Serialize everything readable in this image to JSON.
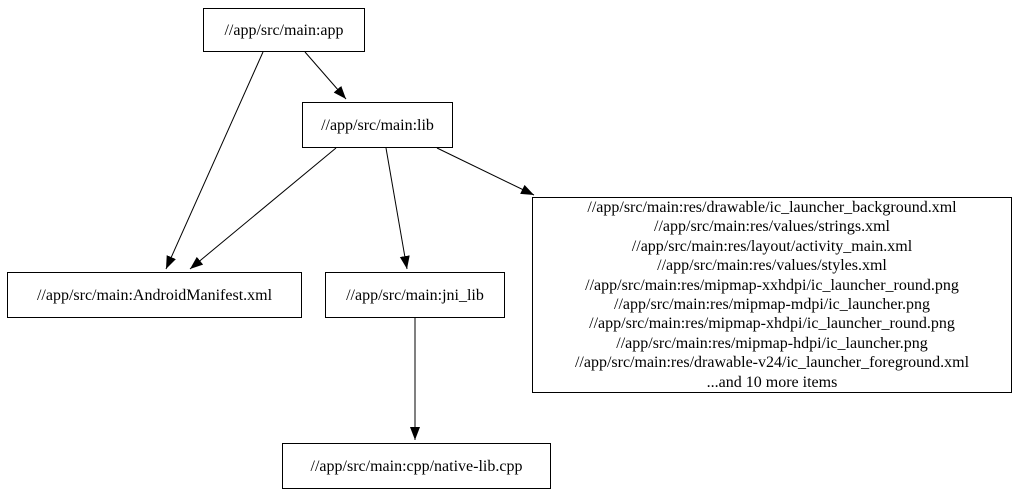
{
  "graph": {
    "nodes": {
      "app": {
        "label": "//app/src/main:app"
      },
      "lib": {
        "label": "//app/src/main:lib"
      },
      "android_manifest": {
        "label": "//app/src/main:AndroidManifest.xml"
      },
      "jni_lib": {
        "label": "//app/src/main:jni_lib"
      },
      "res_group": {
        "lines": [
          "//app/src/main:res/drawable/ic_launcher_background.xml",
          "//app/src/main:res/values/strings.xml",
          "//app/src/main:res/layout/activity_main.xml",
          "//app/src/main:res/values/styles.xml",
          "//app/src/main:res/mipmap-xxhdpi/ic_launcher_round.png",
          "//app/src/main:res/mipmap-mdpi/ic_launcher.png",
          "//app/src/main:res/mipmap-xhdpi/ic_launcher_round.png",
          "//app/src/main:res/mipmap-hdpi/ic_launcher.png",
          "//app/src/main:res/drawable-v24/ic_launcher_foreground.xml",
          "...and 10 more items"
        ]
      },
      "native_lib": {
        "label": "//app/src/main:cpp/native-lib.cpp"
      }
    },
    "edges": [
      {
        "from": "app",
        "to": "lib"
      },
      {
        "from": "app",
        "to": "android_manifest"
      },
      {
        "from": "lib",
        "to": "android_manifest"
      },
      {
        "from": "lib",
        "to": "jni_lib"
      },
      {
        "from": "lib",
        "to": "res_group"
      },
      {
        "from": "jni_lib",
        "to": "native_lib"
      }
    ]
  },
  "colors": {
    "background": "#ffffff",
    "node_fill": "#ffffff",
    "node_border": "#000000",
    "edge": "#000000",
    "text": "#000000"
  }
}
